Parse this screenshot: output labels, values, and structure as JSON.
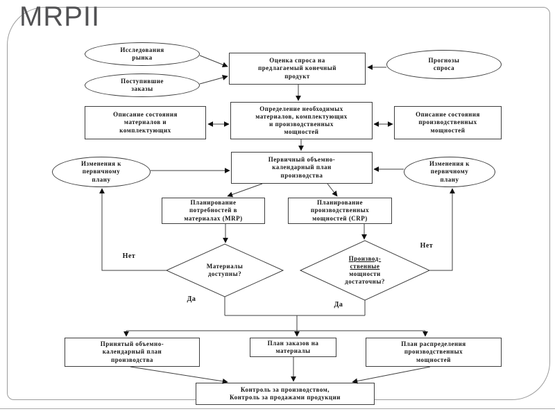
{
  "slide": {
    "title": "MRPII"
  },
  "nodes": {
    "market_research": "Исследования\nрынка",
    "incoming_orders": "Поступившие\nзаказы",
    "demand_estimate": "Оценка спроса на\nпредлагаемый конечный\nпродукт",
    "demand_forecasts": "Прогнозы\nспроса",
    "materials_state": "Описание состояния\nматериалов и\nкомплектующих",
    "requirements_def": "Определение необходимых\nматериалов, комплектующих\nи производственных\nмощностей",
    "capacity_state": "Описание состояния\nпроизводственных\nмощностей",
    "master_plan": "Первичный объемно-\nкалендарный план\nпроизводства",
    "changes_left": "Изменения к\nпервичному\nплану",
    "changes_right": "Изменения к\nпервичному\nплану",
    "mrp": "Планирование\nпотребностей в\nматериалах (MRP)",
    "crp": "Планирование\nпроизводственных\nмощностей (CRP)",
    "materials_available": "Материалы\nдоступны?",
    "capacity_sufficient_underlined": "Производ-\nственные",
    "capacity_sufficient_rest": "мощности\nдостаточны?",
    "accepted_plan": "Принятый объемно-\nкалендарный план\nпроизводства",
    "orders_plan": "План заказов на\nматериалы",
    "distribution_plan": "План распределения\nпроизводственных\nмощностей",
    "control": "Контроль за производством,\nКонтроль за продажами продукции"
  },
  "labels": {
    "no_left": "Нет",
    "no_right": "Нет",
    "yes_left": "Да",
    "yes_right": "Да"
  },
  "colors": {
    "stroke": "#3d3d3d",
    "arrowhead": "#111111",
    "frame": "#9b9b9b",
    "title": "#525254"
  }
}
